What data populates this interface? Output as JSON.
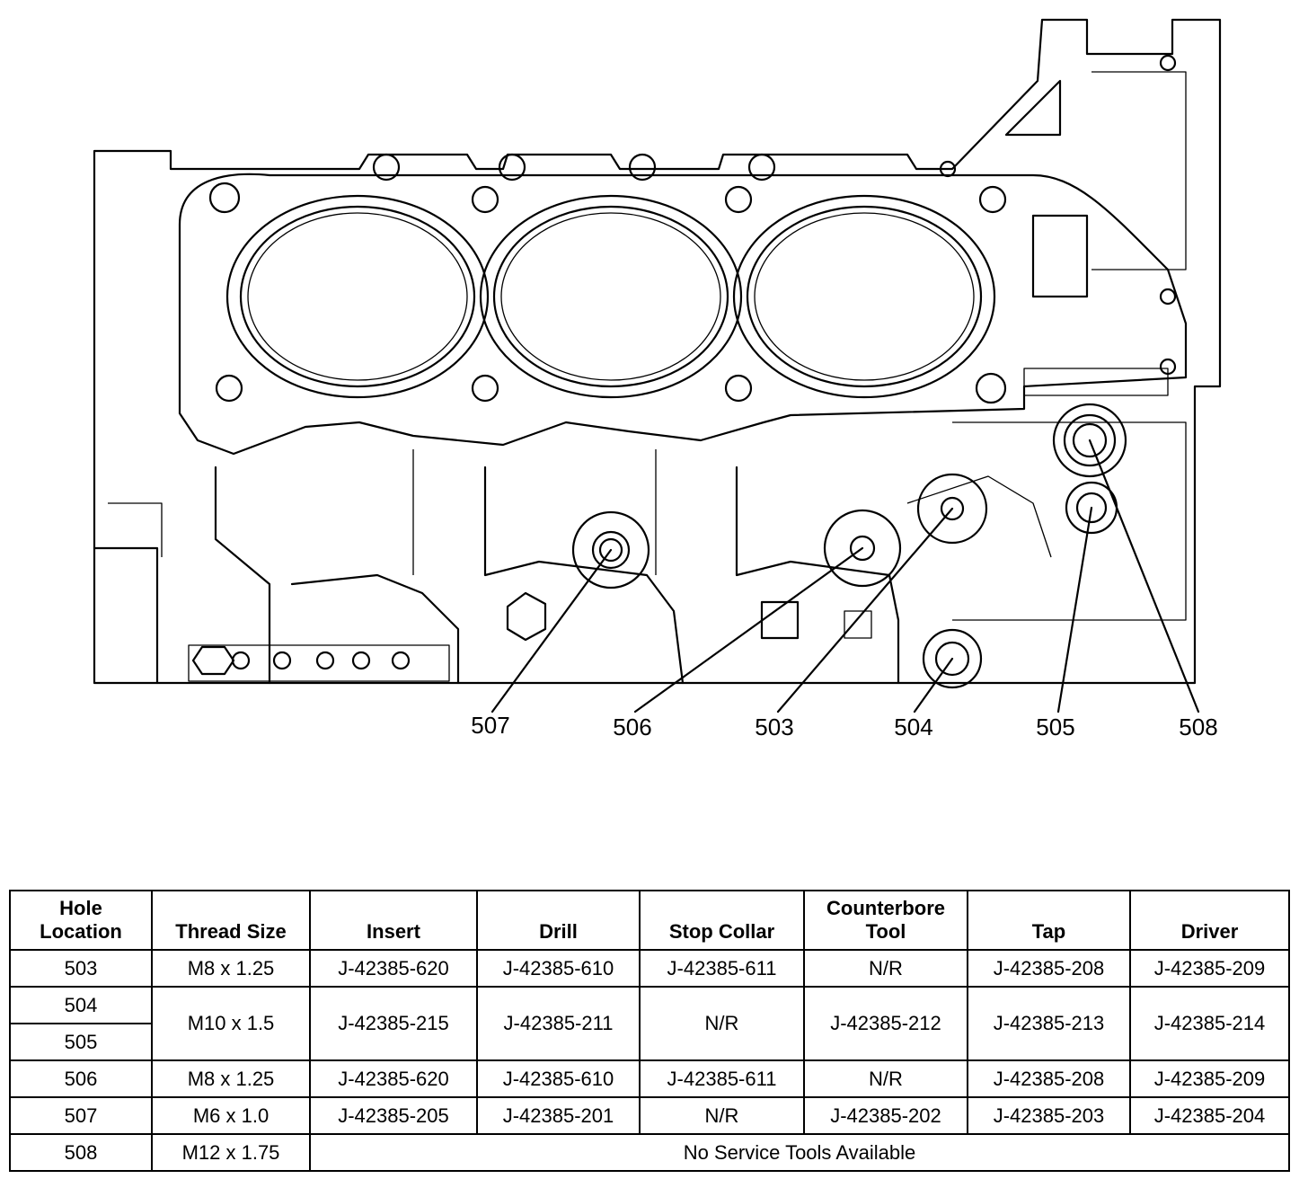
{
  "callouts": [
    "507",
    "506",
    "503",
    "504",
    "505",
    "508"
  ],
  "table": {
    "headers": {
      "hole_line1": "Hole",
      "hole_line2": "Location",
      "thread": "Thread Size",
      "insert": "Insert",
      "drill": "Drill",
      "stop_collar": "Stop Collar",
      "counterbore_line1": "Counterbore",
      "counterbore_line2": "Tool",
      "tap": "Tap",
      "driver": "Driver"
    },
    "rows": [
      {
        "hole": "503",
        "thread": "M8 x 1.25",
        "insert": "J-42385-620",
        "drill": "J-42385-610",
        "stop_collar": "J-42385-611",
        "counterbore": "N/R",
        "tap": "J-42385-208",
        "driver": "J-42385-209"
      },
      {
        "hole": "504",
        "hole_b": "505",
        "thread": "M10 x 1.5",
        "insert": "J-42385-215",
        "drill": "J-42385-211",
        "stop_collar": "N/R",
        "counterbore": "J-42385-212",
        "tap": "J-42385-213",
        "driver": "J-42385-214"
      },
      {
        "hole": "506",
        "thread": "M8 x 1.25",
        "insert": "J-42385-620",
        "drill": "J-42385-610",
        "stop_collar": "J-42385-611",
        "counterbore": "N/R",
        "tap": "J-42385-208",
        "driver": "J-42385-209"
      },
      {
        "hole": "507",
        "thread": "M6 x 1.0",
        "insert": "J-42385-205",
        "drill": "J-42385-201",
        "stop_collar": "N/R",
        "counterbore": "J-42385-202",
        "tap": "J-42385-203",
        "driver": "J-42385-204"
      },
      {
        "hole": "508",
        "thread": "M12 x 1.75",
        "note": "No Service Tools Available"
      }
    ]
  }
}
